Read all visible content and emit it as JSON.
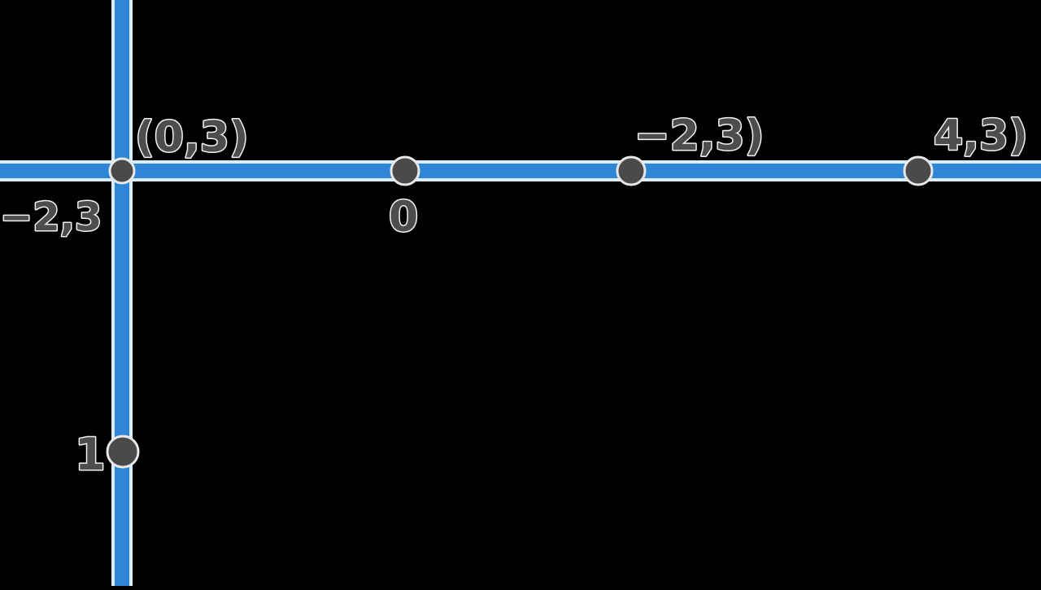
{
  "colors": {
    "background": "#000000",
    "axis_line": "#2f86d6",
    "axis_outline": "#d9ecff",
    "point_fill": "#4a4a4a",
    "point_outline": "#e8e8e8",
    "label_fill": "#4d4d4d",
    "label_outline": "#f2f2f2"
  },
  "points": [
    {
      "id": "origin-point"
    },
    {
      "id": "zero-point"
    },
    {
      "id": "minus-two-three-point"
    },
    {
      "id": "four-three-point"
    },
    {
      "id": "one-point"
    }
  ],
  "labels": {
    "origin_top": "(0,3)",
    "origin_left": "−2,3",
    "zero": "0",
    "minus_two_three": "−2,3)",
    "four_three": "4,3)",
    "one": "1"
  }
}
